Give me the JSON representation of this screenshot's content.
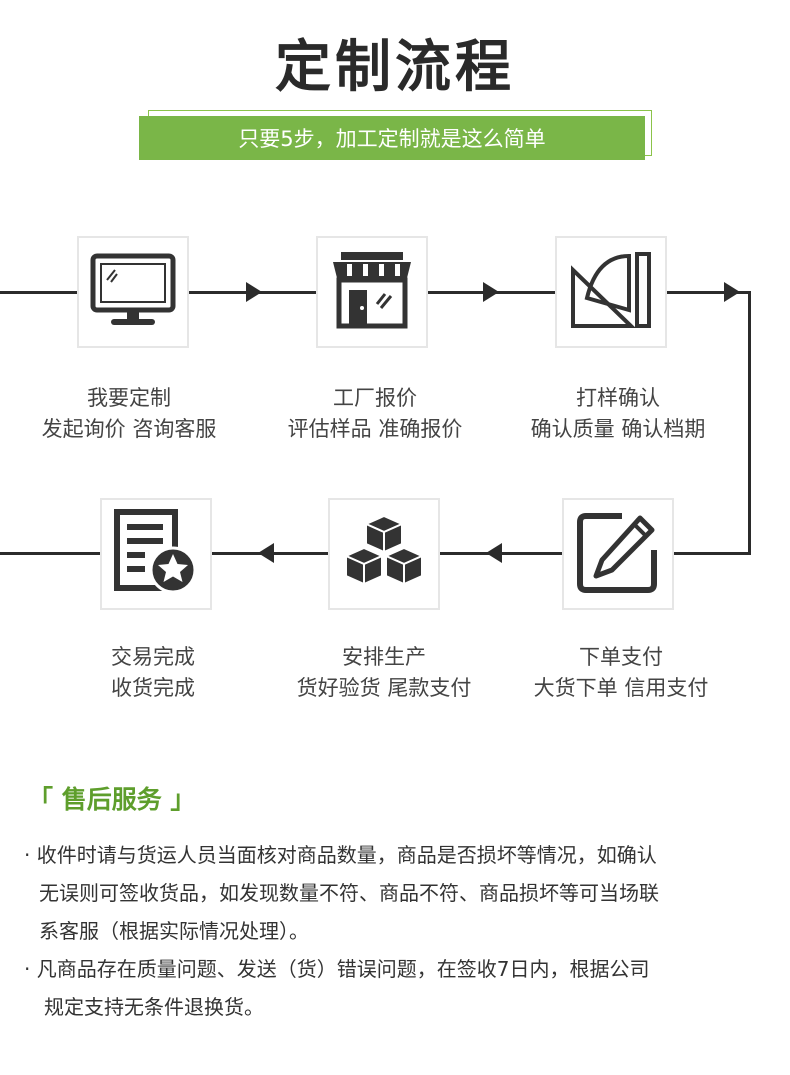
{
  "header": {
    "title": "定制流程",
    "subtitle": "只要5步，加工定制就是这么简单"
  },
  "steps": [
    {
      "icon": "monitor-icon",
      "title": "我要定制",
      "desc": "发起询价  咨询客服"
    },
    {
      "icon": "shop-icon",
      "title": "工厂报价",
      "desc": "评估样品  准确报价"
    },
    {
      "icon": "sample-icon",
      "title": "打样确认",
      "desc": "确认质量  确认档期"
    },
    {
      "icon": "edit-icon",
      "title": "下单支付",
      "desc": "大货下单  信用支付"
    },
    {
      "icon": "boxes-icon",
      "title": "安排生产",
      "desc": "货好验货  尾款支付"
    },
    {
      "icon": "document-star-icon",
      "title": "交易完成",
      "desc": "收货完成"
    }
  ],
  "after_sales": {
    "title": "「 售后服务 」",
    "items": [
      {
        "lines": [
          "· 收件时请与货运人员当面核对商品数量，商品是否损坏等情况，如确认",
          "无误则可签收货品，如发现数量不符、商品不符、商品损坏等可当场联",
          "系客服（根据实际情况处理）。"
        ]
      },
      {
        "lines": [
          "· 凡商品存在质量问题、发送（货）错误问题，在签收7日内，根据公司",
          "规定支持无条件退换货。"
        ]
      }
    ]
  },
  "colors": {
    "accent": "#7ab648",
    "section_title": "#5e9e2c",
    "line": "#2b2b2b"
  }
}
